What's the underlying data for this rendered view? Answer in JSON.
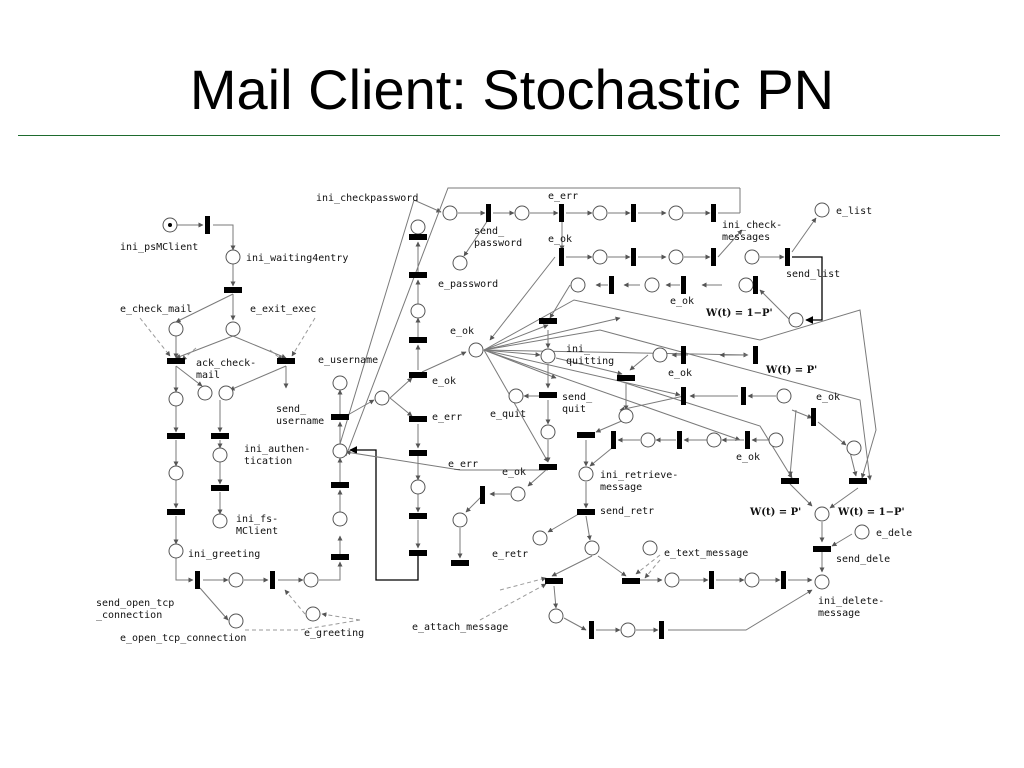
{
  "title": "Mail Client: Stochastic PN",
  "labels": {
    "ini_psMClient": "ini_psMClient",
    "ini_waiting4entry": "ini_waiting4entry",
    "ini_checkpassword": "ini_checkpassword",
    "e_err_top": "e_err",
    "send_password": "send_\npassword",
    "e_ok_top": "e_ok",
    "e_password": "e_password",
    "ini_check_messages": "ini_check-\nmessages",
    "e_list": "e_list",
    "send_list": "send_list",
    "e_ok_list": "e_ok",
    "w_list": "W(t) = 1−P'",
    "e_check_mail": "e_check_mail",
    "e_exit_exec": "e_exit_exec",
    "ack_check_mail": "ack_check-\nmail",
    "e_username": "e_username",
    "e_ok_user": "e_ok",
    "e_ok_center": "e_ok",
    "ini_quitting": "ini_\nquitting",
    "e_ok_quit": "e_ok",
    "w_quit": "W(t) = P'",
    "send_username": "send_\nusername",
    "e_err_user": "e_err",
    "e_quit": "e_quit",
    "send_quit": "send_\nquit",
    "e_ok_right": "e_ok",
    "ini_authentication": "ini_authen-\ntication",
    "e_err_auth": "e_err",
    "e_ok_auth": "e_ok",
    "ini_retrieve_message": "ini_retrieve-\nmessage",
    "e_ok_retr_top": "e_ok",
    "ini_fs_mclient": "ini_fs-\nMClient",
    "send_retr": "send_retr",
    "w_retr": "W(t) = P'",
    "w_dele": "W(t) = 1−P'",
    "e_dele": "e_dele",
    "ini_greeting": "ini_greeting",
    "e_retr": "e_retr",
    "e_text_message": "e_text_message",
    "send_dele": "send_dele",
    "send_open_tcp_connection": "send_open_tcp\n_connection",
    "e_open_tcp_connection": "e_open_tcp_connection",
    "e_greeting": "e_greeting",
    "e_attach_message": "e_attach_message",
    "ini_delete_message": "ini_delete-\nmessage"
  }
}
